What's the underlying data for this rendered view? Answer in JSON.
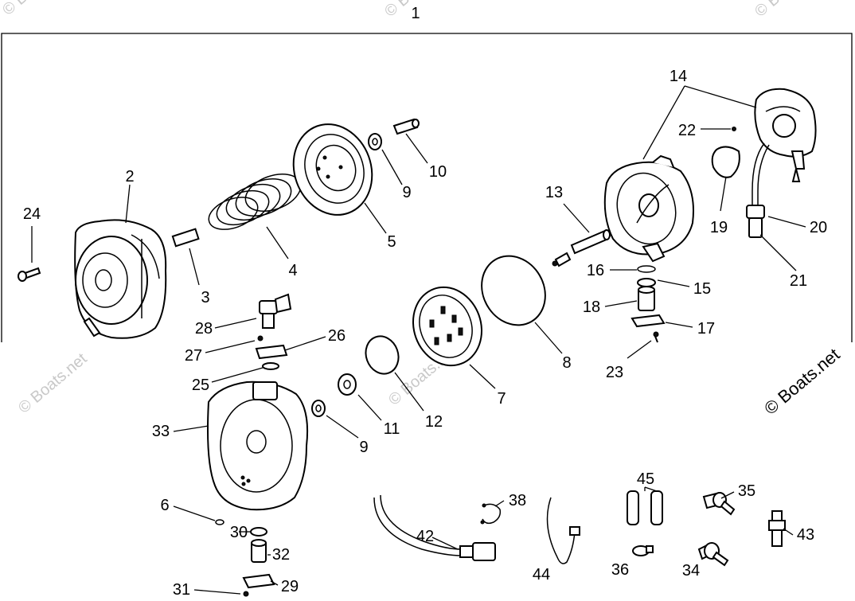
{
  "diagram": {
    "callouts": [
      "1",
      "2",
      "3",
      "4",
      "5",
      "6",
      "7",
      "8",
      "9",
      "9",
      "10",
      "11",
      "12",
      "13",
      "14",
      "15",
      "16",
      "17",
      "18",
      "19",
      "20",
      "21",
      "22",
      "23",
      "24",
      "25",
      "26",
      "27",
      "28",
      "29",
      "30",
      "31",
      "32",
      "33",
      "34",
      "35",
      "36",
      "38",
      "42",
      "43",
      "44",
      "45"
    ],
    "watermark_text": "© Boats.net",
    "copyright": "© Boats.net"
  }
}
